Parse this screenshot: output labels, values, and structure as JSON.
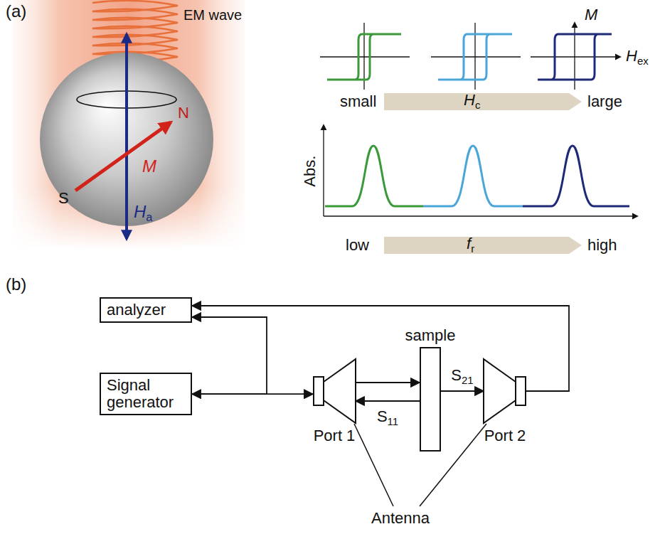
{
  "diagram": {
    "nodes": [
      {
        "text": [
          "analyzer"
        ]
      },
      {
        "text": [
          "Signal generator"
        ]
      },
      {
        "text": [
          "Port 1"
        ]
      },
      {
        "text": [
          "sample"
        ]
      },
      {
        "text": [
          "Port 2"
        ]
      }
    ],
    "edges": [
      {
        "from": 1,
        "to": 0,
        "arrow": "to"
      },
      {
        "from": 1,
        "to": 2,
        "arrow": "both"
      },
      {
        "from": 2,
        "to": 3,
        "arrow": "to"
      },
      {
        "from": 3,
        "to": 2,
        "arrow": "to",
        "label": "S11"
      },
      {
        "from": 3,
        "to": 4,
        "arrow": "to",
        "label": "S21"
      },
      {
        "from": 4,
        "to": 0,
        "arrow": "to"
      }
    ],
    "labels": [
      "(a)",
      "EM wave",
      "S",
      "N",
      "M",
      "Ha",
      "M",
      "Hex",
      "small",
      "Hc",
      "large",
      "Abs.",
      "low",
      "fr",
      "high",
      "(b)",
      "Antenna"
    ]
  }
}
